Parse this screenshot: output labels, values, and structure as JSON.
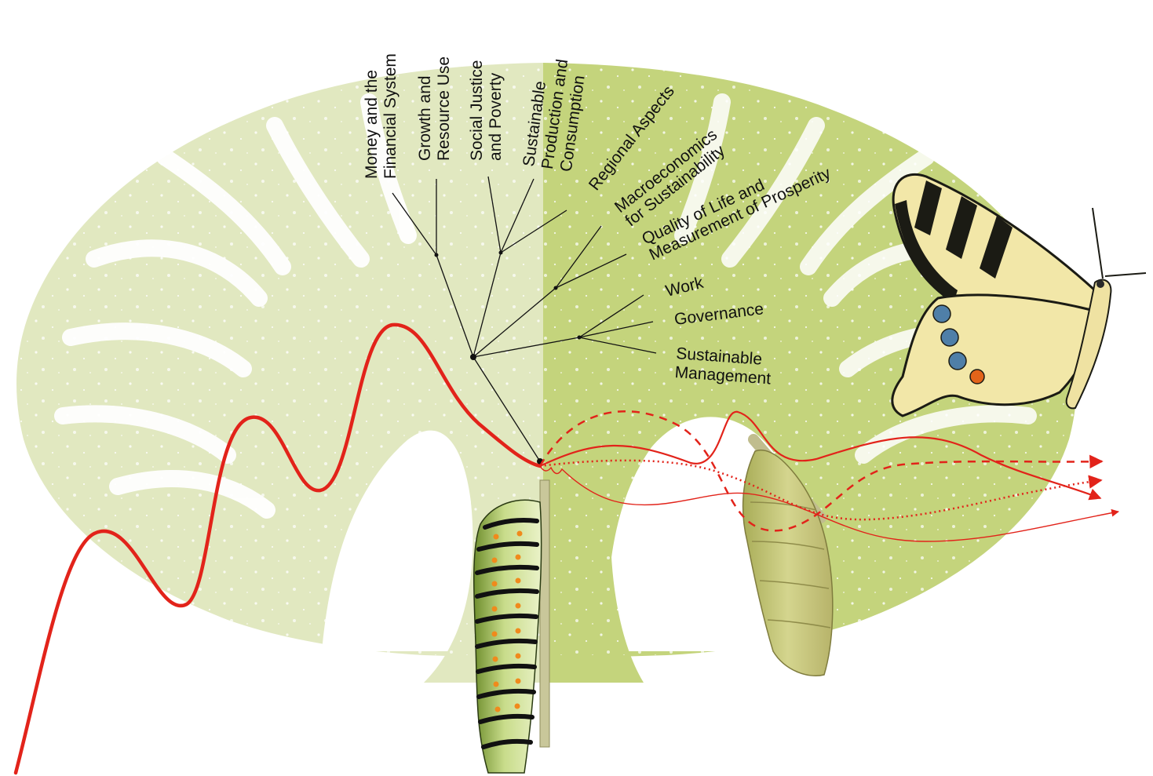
{
  "colors": {
    "tree_light": "#e1e8c0",
    "tree_dark": "#c4d47c",
    "growth_line": "#e2231a",
    "branch_line": "#111111",
    "label_text": "#111111"
  },
  "topics": [
    {
      "id": "money",
      "lines": [
        "Money and the",
        "Financial System"
      ]
    },
    {
      "id": "growth",
      "lines": [
        "Growth and",
        "Resource Use"
      ]
    },
    {
      "id": "social",
      "lines": [
        "Social Justice",
        "and Poverty"
      ]
    },
    {
      "id": "production",
      "lines": [
        "Sustainable",
        "Production and",
        "Consumption"
      ]
    },
    {
      "id": "regional",
      "lines": [
        "Regional Aspects"
      ]
    },
    {
      "id": "macro",
      "lines": [
        "Macroeconomics",
        "for Sustainability"
      ]
    },
    {
      "id": "quality",
      "lines": [
        "Quality of Life and",
        "Measurement of Prosperity"
      ]
    },
    {
      "id": "work",
      "lines": [
        "Work"
      ]
    },
    {
      "id": "governance",
      "lines": [
        "Governance"
      ]
    },
    {
      "id": "management",
      "lines": [
        "Sustainable",
        "Management"
      ]
    }
  ],
  "illustrations": {
    "tree": "tree-silhouette",
    "caterpillar": "caterpillar-illustration",
    "chrysalis": "chrysalis-illustration",
    "butterfly": "swallowtail-butterfly-illustration"
  },
  "future_paths": [
    {
      "style": "solid",
      "count": 1
    },
    {
      "style": "dashed",
      "count": 1
    },
    {
      "style": "dotted",
      "count": 1
    },
    {
      "style": "wavy",
      "count": 1
    }
  ]
}
